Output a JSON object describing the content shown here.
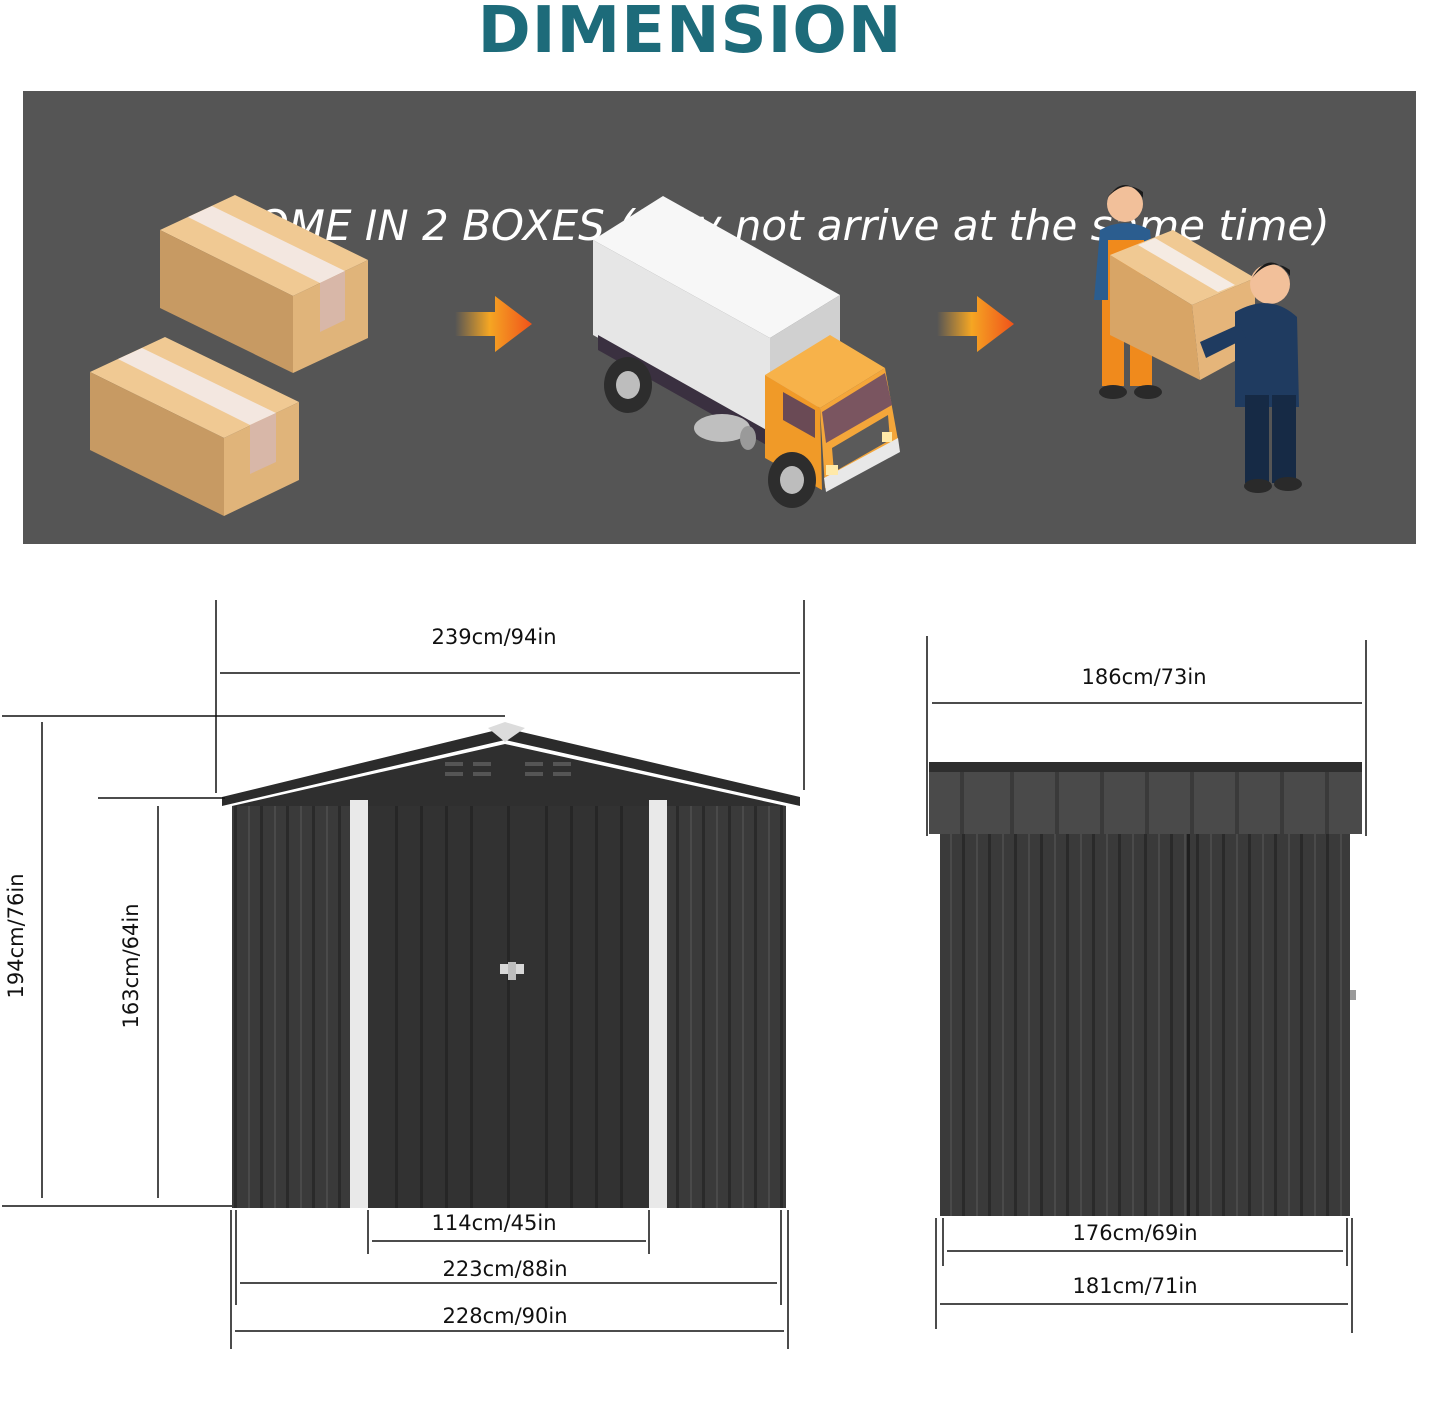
{
  "header": {
    "title": "DIMENSION"
  },
  "banner": {
    "text": "COME IN 2 BOXES (May not arrive at the same time)"
  },
  "icons": {
    "boxes": "cardboard-boxes",
    "arrow1": "orange-arrow",
    "truck": "delivery-truck",
    "arrow2": "orange-arrow",
    "workers": "delivery-workers"
  },
  "colors": {
    "title": "#1d6b7a",
    "banner_bg": "#555555",
    "box": "#d9a969",
    "truck_cab": "#f4a63a",
    "arrow": "#f26a1b",
    "shed": "#3b3b3b"
  },
  "front_view": {
    "total_width": "239cm/94in",
    "total_height": "194cm/76in",
    "wall_height": "163cm/64in",
    "door_width": "114cm/45in",
    "base_width": "223cm/88in",
    "floor_width": "228cm/90in"
  },
  "side_view": {
    "roof_depth": "186cm/73in",
    "base_depth": "176cm/69in",
    "floor_depth": "181cm/71in"
  }
}
